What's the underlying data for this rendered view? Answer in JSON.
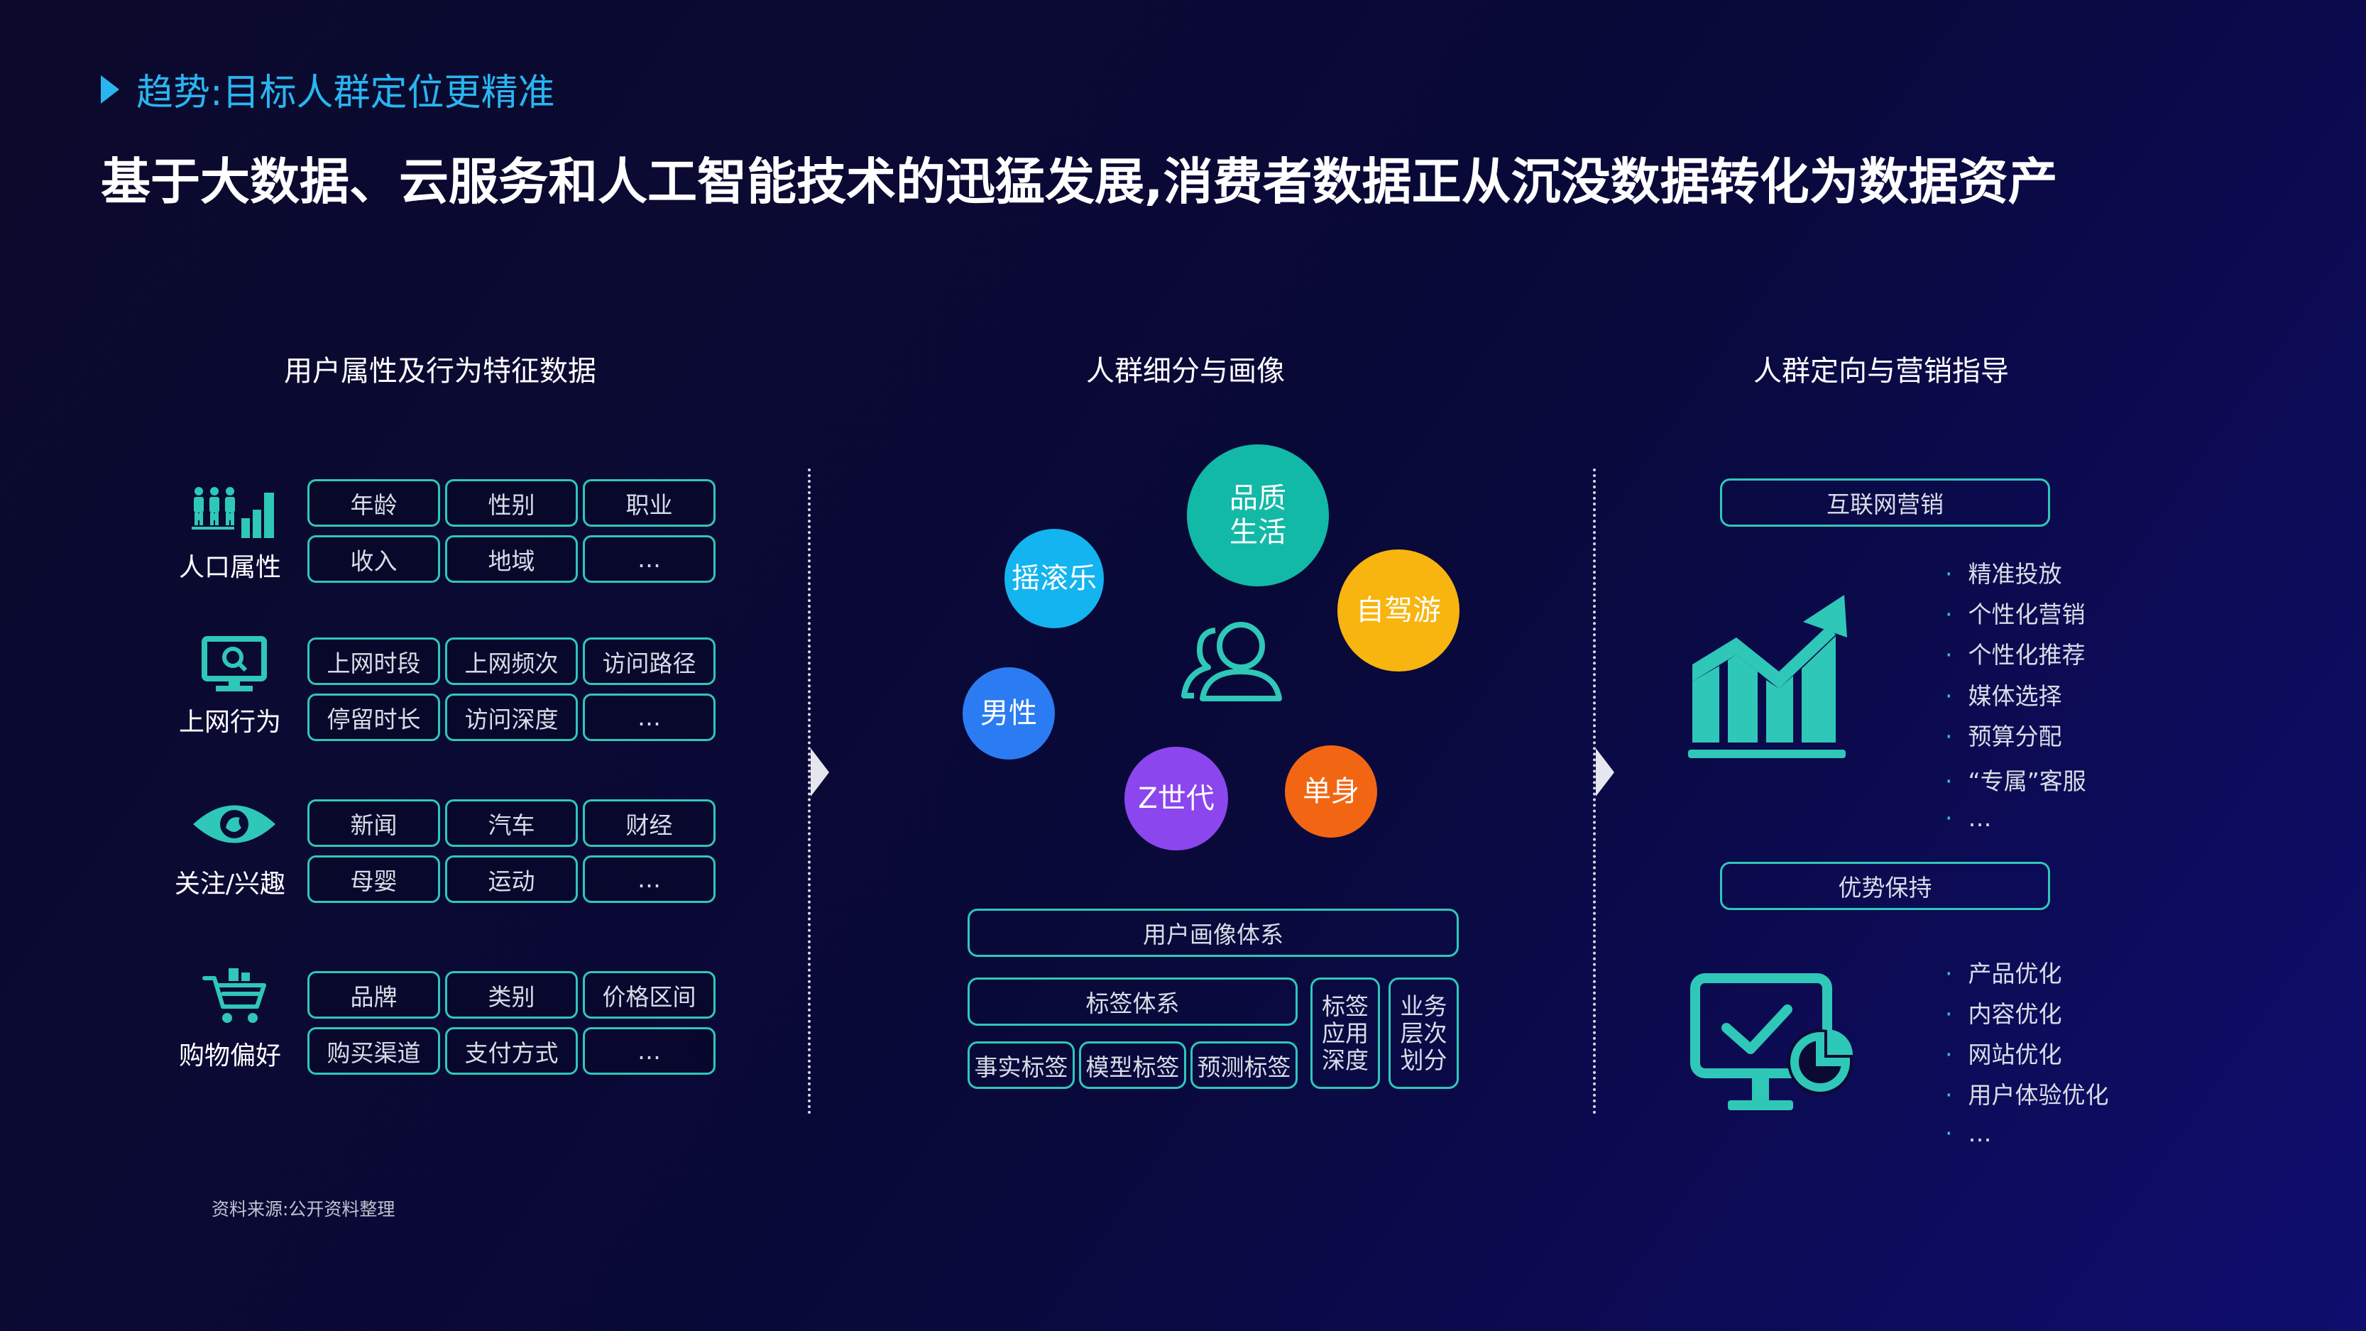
{
  "header": {
    "subtitle": "趋势:目标人群定位更精准",
    "title": "基于大数据、云服务和人工智能技术的迅猛发展,消费者数据正从沉没数据转化为数据资产"
  },
  "columns": {
    "left_title": "用户属性及行为特征数据",
    "middle_title": "人群细分与画像",
    "right_title": "人群定向与营销指导"
  },
  "categories": [
    {
      "label": "人口属性",
      "icon": "people-chart-icon",
      "tags": [
        "年龄",
        "性别",
        "职业",
        "收入",
        "地域",
        "…"
      ]
    },
    {
      "label": "上网行为",
      "icon": "monitor-search-icon",
      "tags": [
        "上网时段",
        "上网频次",
        "访问路径",
        "停留时长",
        "访问深度",
        "…"
      ]
    },
    {
      "label": "关注/兴趣",
      "icon": "eye-icon",
      "tags": [
        "新闻",
        "汽车",
        "财经",
        "母婴",
        "运动",
        "…"
      ]
    },
    {
      "label": "购物偏好",
      "icon": "shopping-cart-icon",
      "tags": [
        "品牌",
        "类别",
        "价格区间",
        "购买渠道",
        "支付方式",
        "…"
      ]
    }
  ],
  "segments": [
    {
      "label": "品质\n生活",
      "color": "#12b9a6"
    },
    {
      "label": "摇滚乐",
      "color": "#13b4ef"
    },
    {
      "label": "自驾游",
      "color": "#f8b40f"
    },
    {
      "label": "男性",
      "color": "#2b7cf2"
    },
    {
      "label": "Z世代",
      "color": "#8b46ee"
    },
    {
      "label": "单身",
      "color": "#f26613"
    }
  ],
  "portrait": {
    "system": "用户画像体系",
    "tag_system": "标签体系",
    "fact_tag": "事实标签",
    "model_tag": "模型标签",
    "predict_tag": "预测标签",
    "tag_depth": "标签\n应用\n深度",
    "biz_level": "业务\n层次\n划分"
  },
  "marketing": {
    "internet_title": "互联网营销",
    "internet_items": [
      "精准投放",
      "个性化营销",
      "个性化推荐",
      "媒体选择",
      "预算分配",
      "“专属”客服",
      "…"
    ],
    "advantage_title": "优势保持",
    "advantage_items": [
      "产品优化",
      "内容优化",
      "网站优化",
      "用户体验优化",
      "…"
    ]
  },
  "source": "资料来源:公开资料整理",
  "colors": {
    "accent": "#2fc7b8",
    "subtitle": "#29b5f0"
  }
}
